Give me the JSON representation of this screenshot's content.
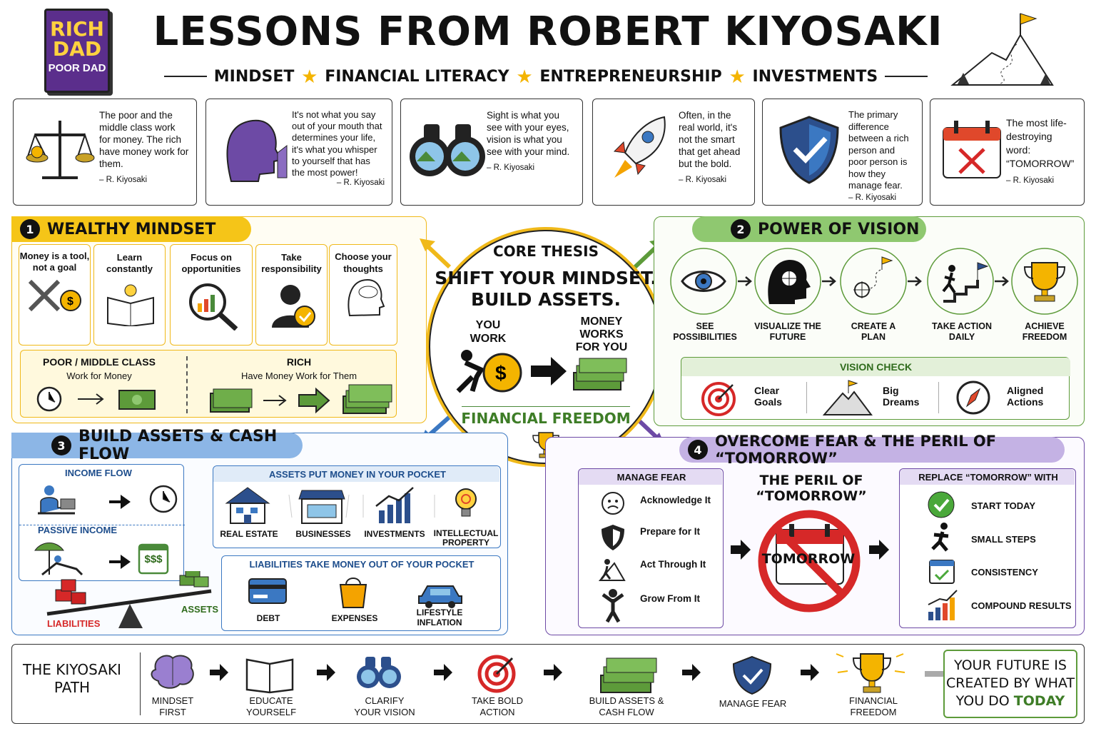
{
  "header": {
    "title": "LESSONS FROM ROBERT KIYOSAKI",
    "book_line1": "RICH",
    "book_line2": "DAD",
    "book_line3": "POOR DAD",
    "topics": [
      "MINDSET",
      "FINANCIAL LITERACY",
      "ENTREPRENEURSHIP",
      "INVESTMENTS"
    ]
  },
  "quotes": [
    {
      "text": "The poor and the middle class work for money. The rich have money work for them.",
      "author": "– R. Kiyosaki",
      "icon": "scales-icon"
    },
    {
      "text": "It's not what you say out of your mouth that determines your life, it's what you whisper to yourself that has the most power!",
      "author": "– R. Kiyosaki",
      "icon": "whisper-head-icon"
    },
    {
      "text": "Sight is what you see with your eyes, vision is what you see with your mind.",
      "author": "– R. Kiyosaki",
      "icon": "binoculars-icon"
    },
    {
      "text": "Often, in the real world, it's not the smart that get ahead but the bold.",
      "author": "– R. Kiyosaki",
      "icon": "rocket-icon"
    },
    {
      "text": "The primary difference between a rich person and poor person is how they manage fear.",
      "author": "– R. Kiyosaki",
      "icon": "shield-icon"
    },
    {
      "text": "The most life-destroying word: “TOMORROW”",
      "author": "– R. Kiyosaki",
      "icon": "calendar-x-icon"
    }
  ],
  "section1": {
    "num": "1",
    "title": "WEALTHY MINDSET",
    "items": [
      "Money is a tool, not a goal",
      "Learn constantly",
      "Focus on opportunities",
      "Take responsibility",
      "Choose your thoughts"
    ],
    "poor_title": "POOR / MIDDLE CLASS",
    "poor_sub": "Work for Money",
    "rich_title": "RICH",
    "rich_sub": "Have Money Work for Them"
  },
  "core": {
    "label": "CORE THESIS",
    "line1": "SHIFT YOUR MINDSET.",
    "line2": "BUILD ASSETS.",
    "you_work": "YOU WORK",
    "money_works": "MONEY WORKS FOR YOU",
    "freedom": "FINANCIAL FREEDOM"
  },
  "section2": {
    "num": "2",
    "title": "POWER OF VISION",
    "steps": [
      "SEE POSSIBILITIES",
      "VISUALIZE THE FUTURE",
      "CREATE A PLAN",
      "TAKE ACTION DAILY",
      "ACHIEVE FREEDOM"
    ],
    "check_title": "VISION CHECK",
    "checks": [
      "Clear Goals",
      "Big Dreams",
      "Aligned Actions"
    ]
  },
  "section3": {
    "num": "3",
    "title": "BUILD ASSETS & CASH FLOW",
    "income_flow": "INCOME FLOW",
    "passive": "PASSIVE INCOME",
    "cash": "$$$",
    "assets_title": "ASSETS PUT MONEY IN YOUR POCKET",
    "assets": [
      "REAL ESTATE",
      "BUSINESSES",
      "INVESTMENTS",
      "INTELLECTUAL PROPERTY"
    ],
    "liab_title": "LIABILITIES TAKE MONEY OUT OF YOUR POCKET",
    "liabilities": [
      "DEBT",
      "EXPENSES",
      "LIFESTYLE INFLATION"
    ],
    "seesaw_left": "LIABILITIES",
    "seesaw_right": "ASSETS"
  },
  "section4": {
    "num": "4",
    "title": "OVERCOME FEAR & THE PERIL OF “TOMORROW”",
    "manage_title": "MANAGE FEAR",
    "manage": [
      "Acknowledge It",
      "Prepare for It",
      "Act Through It",
      "Grow From It"
    ],
    "peril_title": "THE PERIL OF “TOMORROW”",
    "peril_word": "TOMORROW",
    "replace_title": "REPLACE “TOMORROW” WITH",
    "replace": [
      "START TODAY",
      "SMALL STEPS",
      "CONSISTENCY",
      "COMPOUND RESULTS"
    ]
  },
  "path": {
    "title": "THE KIYOSAKI PATH",
    "steps": [
      "MINDSET FIRST",
      "EDUCATE YOURSELF",
      "CLARIFY YOUR VISION",
      "TAKE BOLD ACTION",
      "BUILD ASSETS & CASH FLOW",
      "MANAGE FEAR",
      "FINANCIAL FREEDOM"
    ],
    "motto1": "YOUR FUTURE IS",
    "motto2": "CREATED BY WHAT",
    "motto3": "YOU DO",
    "motto4": "TODAY"
  },
  "colors": {
    "yellow": "#f5c518",
    "green": "#5d9b3a",
    "blue": "#3b78c2",
    "purple": "#6d4aa5",
    "red": "#d62828"
  }
}
